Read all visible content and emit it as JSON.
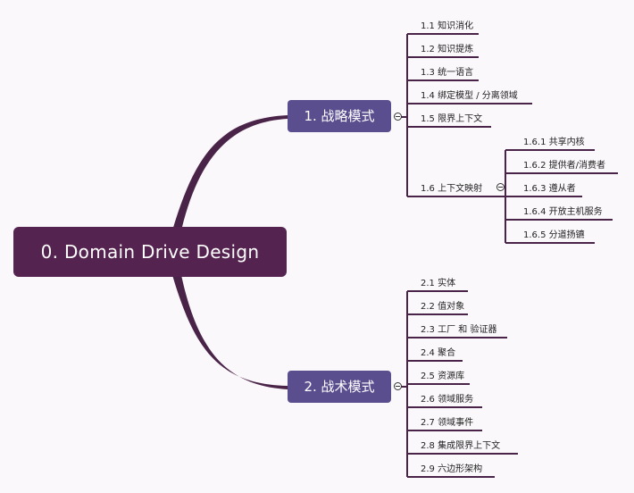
{
  "root": {
    "label": "0. Domain Drive Design"
  },
  "branch1": {
    "label": "1. 战略模式",
    "items": [
      "1.1 知识消化",
      "1.2 知识提炼",
      "1.3 统一语言",
      "1.4 绑定模型 / 分离领域",
      "1.5 限界上下文",
      "1.6 上下文映射"
    ],
    "sub": [
      "1.6.1 共享内核",
      "1.6.2 提供者/消费者",
      "1.6.3 遵从者",
      "1.6.4 开放主机服务",
      "1.6.5 分道扬镳"
    ]
  },
  "branch2": {
    "label": "2. 战术模式",
    "items": [
      "2.1 实体",
      "2.2 值对象",
      "2.3 工厂 和 验证器",
      "2.4 聚合",
      "2.5 资源库",
      "2.6 领域服务",
      "2.7 领域事件",
      "2.8 集成限界上下文",
      "2.9 六边形架构"
    ]
  },
  "colors": {
    "root": "#552350",
    "branch": "#5a4e8e",
    "connector": "#4a2448",
    "leaf_line": "#4a2448"
  }
}
